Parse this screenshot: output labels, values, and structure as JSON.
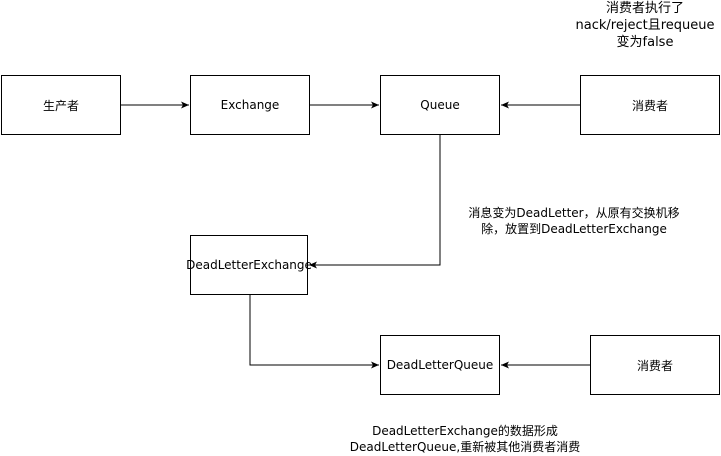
{
  "nodes": {
    "producer": "生产者",
    "exchange": "Exchange",
    "queue": "Queue",
    "consumer": "消费者",
    "dead_letter_exchange": "DeadLetterExchange",
    "dead_letter_queue": "DeadLetterQueue",
    "consumer_2": "消费者"
  },
  "notes": {
    "consumer_action": [
      "消费者执行了",
      "nack/reject且requeue",
      "变为false"
    ],
    "dead_letter_move": [
      "消息变为DeadLetter，从原有交换机移",
      "除，放置到DeadLetterExchange"
    ],
    "dlq_formation": [
      "DeadLetterExchange的数据形成",
      "DeadLetterQueue,重新被其他消费者消费"
    ]
  },
  "colors": {
    "stroke": "#000000",
    "fill": "#ffffff"
  }
}
